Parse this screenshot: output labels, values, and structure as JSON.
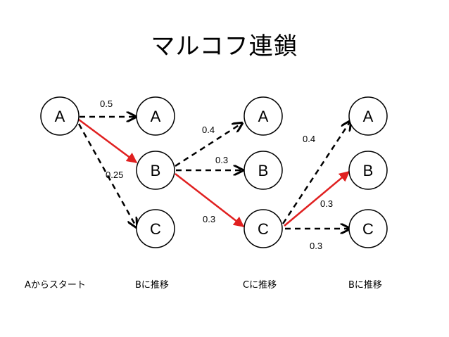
{
  "title": "マルコフ連鎖",
  "nodes": {
    "s0_a": "A",
    "s1_a": "A",
    "s1_b": "B",
    "s1_c": "C",
    "s2_a": "A",
    "s2_b": "B",
    "s2_c": "C",
    "s3_a": "A",
    "s3_b": "B",
    "s3_c": "C"
  },
  "edges": {
    "e1": "0.5",
    "e2": "0.25",
    "e3": "0.4",
    "e4": "0.3",
    "e5": "0.3",
    "e6": "0.4",
    "e7": "0.3",
    "e8": "0.3"
  },
  "captions": {
    "c0": "Aからスタート",
    "c1": "Bに推移",
    "c2": "Cに推移",
    "c3": "Bに推移"
  },
  "colors": {
    "path": "#e02020",
    "dashed": "#000000"
  }
}
